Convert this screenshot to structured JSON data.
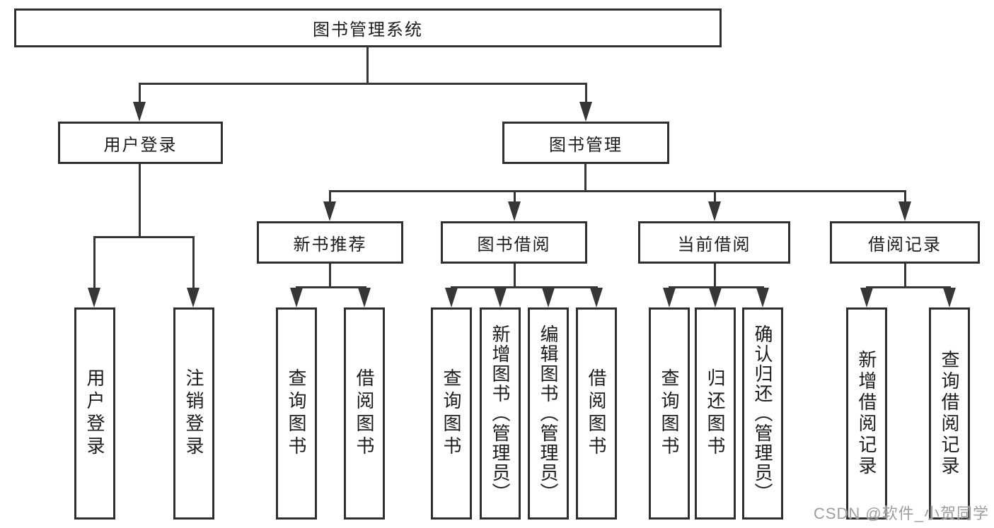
{
  "diagram_title": "图书管理系统",
  "tree": {
    "root": {
      "label": "图书管理系统"
    },
    "branches": [
      {
        "label": "用户登录",
        "children": [
          {
            "label": "用户登录"
          },
          {
            "label": "注销登录"
          }
        ]
      },
      {
        "label": "图书管理",
        "children": [
          {
            "label": "新书推荐",
            "children": [
              {
                "label": "查询图书"
              },
              {
                "label": "借阅图书"
              }
            ]
          },
          {
            "label": "图书借阅",
            "children": [
              {
                "label": "查询图书"
              },
              {
                "label": "新增图书（管理员）"
              },
              {
                "label": "编辑图书（管理员）"
              },
              {
                "label": "借阅图书"
              }
            ]
          },
          {
            "label": "当前借阅",
            "children": [
              {
                "label": "查询图书"
              },
              {
                "label": "归还图书"
              },
              {
                "label": "确认归还（管理员）"
              }
            ]
          },
          {
            "label": "借阅记录",
            "children": [
              {
                "label": "新增借阅记录"
              },
              {
                "label": "查询借阅记录"
              }
            ]
          }
        ]
      }
    ]
  },
  "watermark": "CSDN @软件_小贺同学",
  "colors": {
    "line": "#363636",
    "box_border": "#2f2f2f",
    "text": "#1c1c1c",
    "watermark": "#9e9e9e",
    "background": "#ffffff"
  }
}
